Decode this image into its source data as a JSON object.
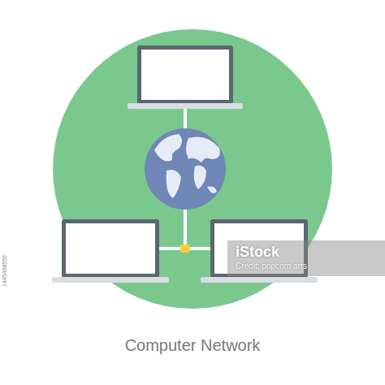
{
  "diagram": {
    "caption": "Computer Network",
    "labels": [
      "iStock",
      "Credit: popcorn arts",
      "1445408559"
    ]
  }
}
